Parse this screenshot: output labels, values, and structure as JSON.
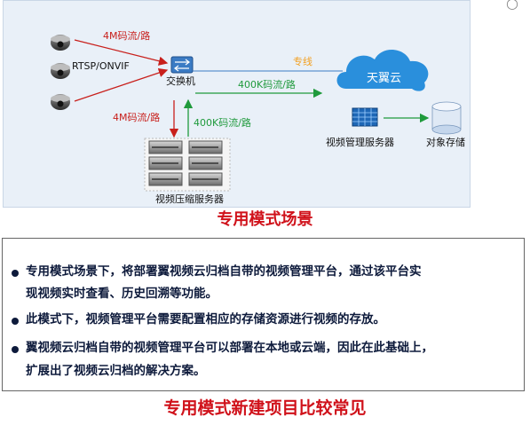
{
  "diagram": {
    "nodes": {
      "camera_protocol": "RTSP/ONVIF",
      "switch": "交换机",
      "cloud": "天翼云",
      "vms_server": "视频管理服务器",
      "object_storage": "对象存储",
      "compression_servers": "视频压缩服务器"
    },
    "edges": {
      "camera_to_switch": "4M码流/路",
      "switch_to_compression": "4M码流/路",
      "compression_to_switch": "400K码流/路",
      "switch_to_cloud": "400K码流/路",
      "dedicated_line": "专线"
    },
    "colors": {
      "red": "#c8201c",
      "green": "#1f9a3c",
      "orange": "#f2a021",
      "cloud": "#2a8fdc"
    }
  },
  "scene_title": "专用模式场景",
  "bullets": [
    {
      "lines": [
        "专用模式场景下，将部署翼视频云归档自带的视频管理平台，通过该平台实",
        "现视频实时查看、历史回溯等功能。"
      ]
    },
    {
      "lines": [
        "此模式下，视频管理平台需要配置相应的存储资源进行视频的存放。"
      ]
    },
    {
      "lines": [
        "翼视频云归档自带的视频管理平台可以部署在本地或云端，因此在此基础上，",
        "扩展出了视频云归档的解决方案。"
      ]
    }
  ],
  "footer_title": "专用模式新建项目比较常见"
}
